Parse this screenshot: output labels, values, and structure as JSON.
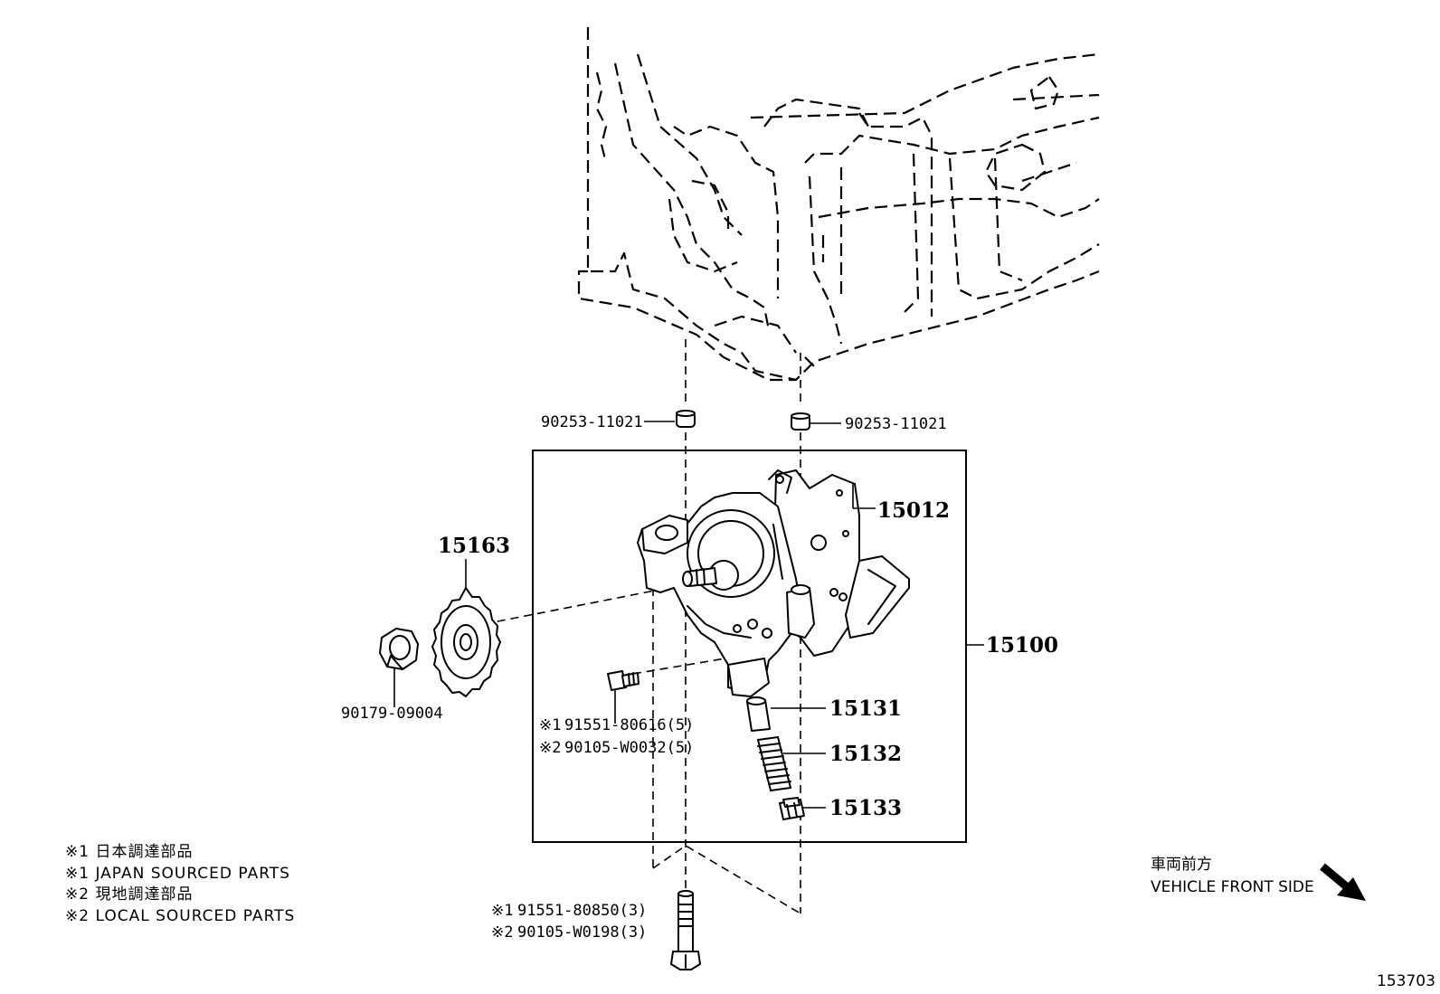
{
  "labels": {
    "insert_upper_left": "90253-11021",
    "insert_upper_right": "90253-11021",
    "pump_cover": "15012",
    "sprocket": "15163",
    "oil_pump_assy": "15100",
    "nut": "90179-09004",
    "bolt_small_j": "91551-80616(5)",
    "bolt_small_l": "90105-W0032(5)",
    "relief_valve": "15131",
    "spring": "15132",
    "plug": "15133",
    "bolt_long_j": "91551-80850(3)",
    "bolt_long_l": "90105-W0198(3)"
  },
  "marks": {
    "m1": "※1",
    "m2": "※2"
  },
  "notes": [
    "※1 日本調達部品",
    "※1 JAPAN SOURCED PARTS",
    "※2 現地調達部品",
    "※2 LOCAL SOURCED PARTS"
  ],
  "direction": {
    "jp": "車両前方",
    "en": "VEHICLE FRONT SIDE"
  },
  "figure_number": "153703"
}
